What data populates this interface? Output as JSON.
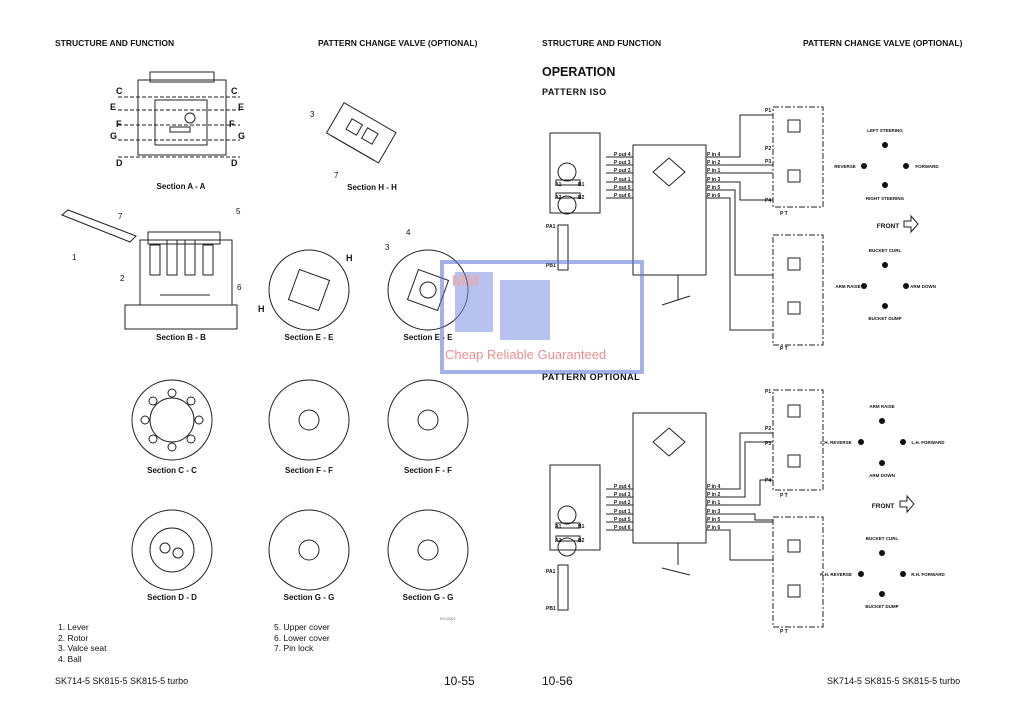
{
  "left_page": {
    "header_left": "STRUCTURE AND FUNCTION",
    "header_right": "PATTERN CHANGE VALVE (OPTIONAL)",
    "sections": [
      "Section A - A",
      "Section H - H",
      "Section B - B",
      "Section E - E",
      "Section E - E",
      "Section C - C",
      "Section F - F",
      "Section F - F",
      "Section D - D",
      "Section G - G",
      "Section G - G"
    ],
    "section_marks": {
      "c": "C",
      "e": "E",
      "f": "F",
      "g": "G",
      "d": "D",
      "h": "H"
    },
    "callouts": [
      "1",
      "2",
      "3",
      "4",
      "5",
      "6",
      "7"
    ],
    "legend_col1": [
      "1.  Lever",
      "2.  Rotor",
      "3.  Valce seat",
      "4.  Ball"
    ],
    "legend_col2": [
      "5.  Upper cover",
      "6.  Lower cover",
      "7.  Pin lock"
    ],
    "figure_code": "IRC0061",
    "footer_models": "SK714-5  SK815-5  SK815-5 turbo",
    "page_number": "10-55"
  },
  "right_page": {
    "header_left": "STRUCTURE AND FUNCTION",
    "header_right": "PATTERN CHANGE  VALVE (OPTIONAL)",
    "title": "OPERATION",
    "pattern_iso": "PATTERN ISO",
    "pattern_optional": "PATTERN OPTIONAL",
    "pout": [
      "P out 4",
      "P out 3",
      "P out 2",
      "P out 1",
      "P out 5",
      "P out 6"
    ],
    "pin": [
      "P in 4",
      "P in 2",
      "P in 1",
      "P in 3",
      "P in 5",
      "P in 6"
    ],
    "ports": {
      "a1": "A1",
      "b1": "B1",
      "a2": "A2",
      "b2": "B2",
      "pa1": "PA1",
      "pb1": "PB1",
      "p1": "P1",
      "p2": "P2",
      "p3": "P3",
      "p4": "P4",
      "pt": "P T"
    },
    "iso_controls": {
      "steer": {
        "up": "LEFT STEERING",
        "down": "RIGHT STEERING",
        "left": "REVERSE",
        "right": "FORWARD"
      },
      "arm": {
        "up": "BUCKET CURL",
        "down": "BUCKET DUMP",
        "left": "ARM RAISE",
        "right": "ARM DOWN"
      }
    },
    "opt_controls": {
      "steer": {
        "up": "ARM RAISE",
        "down": "ARM DOWN",
        "left": "L.H. REVERSE",
        "right": "L.H. FORWARD"
      },
      "arm": {
        "up": "BUCKET CURL",
        "down": "BUCKET DUMP",
        "left": "R.H. REVERSE",
        "right": "R.H. FORWARD"
      }
    },
    "front_label": "FRONT",
    "footer_models": "SK714-5  SK815-5  SK815-5 turbo",
    "page_number": "10-56"
  },
  "watermark": {
    "text": "Cheap Reliable Guaranteed",
    "logo": "MM"
  }
}
